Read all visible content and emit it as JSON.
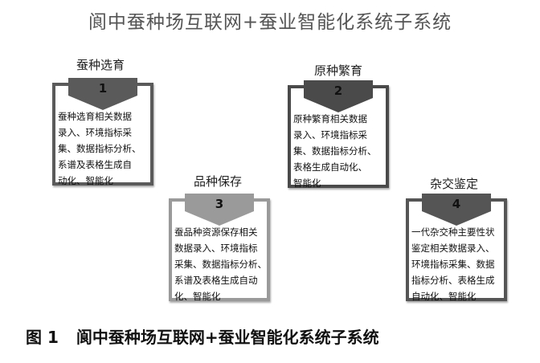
{
  "title": "阆中蚕种场互联网+蚕业智能化系统子系统",
  "modules": [
    {
      "label": "蚕种选育",
      "number": "1",
      "color": "#5a5a5a",
      "lines": [
        "蚕种选育相关数据",
        "录入、环境指标采",
        "集、数据指标分析、",
        "系谱及表格生成自",
        "动化、智能化"
      ]
    },
    {
      "label": "原种繁育",
      "number": "2",
      "color": "#4a4a4a",
      "lines": [
        "原种繁育相关数据",
        "录入、环境指标采",
        "集、数据指标分析、",
        "表格生成自动化、",
        "智能化"
      ]
    },
    {
      "label": "品种保存",
      "number": "3",
      "color": "#9a9a9a",
      "lines": [
        "蚕品种资源保存相关",
        "数据录入、环境指标",
        "采集、数据指标分析、",
        "系谱及表格生成自动",
        "化、智能化"
      ]
    },
    {
      "label": "杂交鉴定",
      "number": "4",
      "color": "#555555",
      "lines": [
        "一代杂交种主要性状",
        "鉴定相关数据录入、",
        "环境指标采集、数据",
        "指标分析、表格生成",
        "自动化、智能化"
      ]
    }
  ],
  "caption": {
    "figure": "图 1",
    "text": "阆中蚕种场互联网+蚕业智能化系统子系统"
  }
}
